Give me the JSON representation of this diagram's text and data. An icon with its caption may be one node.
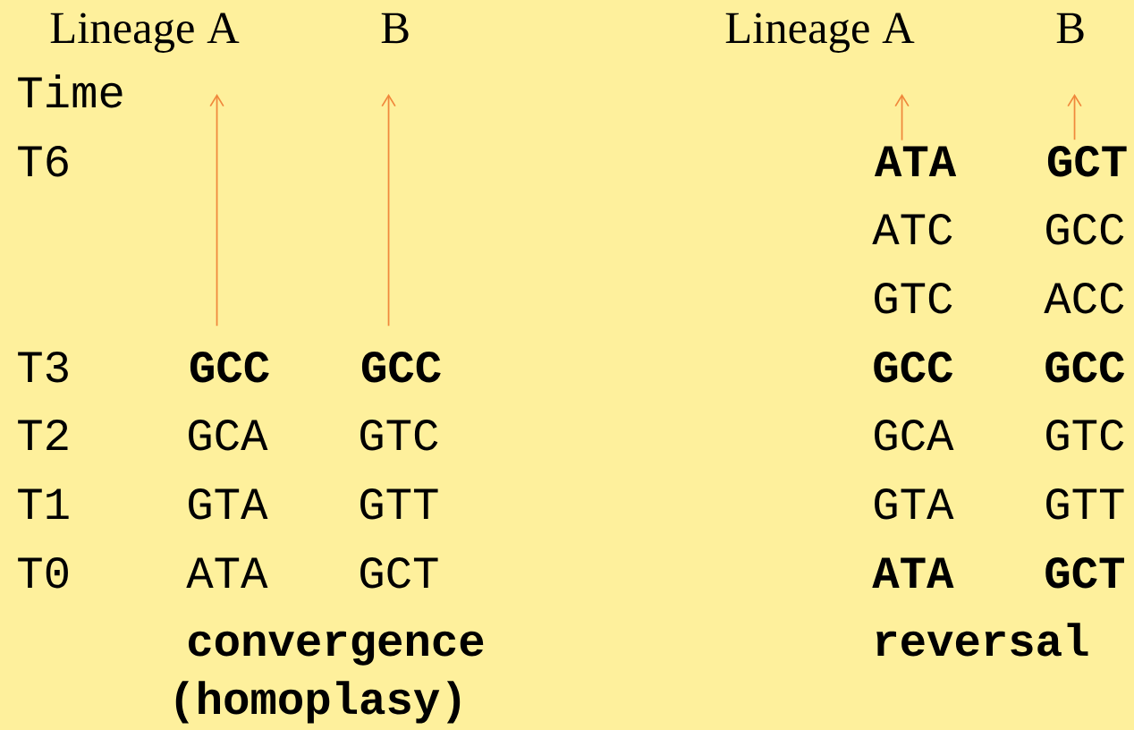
{
  "diagram": {
    "nodes": [
      {
        "text": [
          "ATA"
        ]
      },
      {
        "text": [
          "GCT"
        ]
      },
      {
        "text": [
          "GCC"
        ]
      },
      {
        "text": [
          "GCC"
        ]
      }
    ],
    "edges": [
      {
        "from": 2,
        "to": null,
        "arrow": "to"
      },
      {
        "from": 3,
        "to": null,
        "arrow": "to"
      },
      {
        "from": 0,
        "to": null,
        "arrow": "to"
      },
      {
        "from": 1,
        "to": null,
        "arrow": "to"
      }
    ],
    "labels": [
      "Lineage A",
      "B",
      "Lineage A",
      "B",
      "Time",
      "T6",
      "ATC",
      "GCC",
      "GTC",
      "ACC",
      "T3",
      "GCC",
      "GCC",
      "T2",
      "GCA",
      "GTC",
      "GCA",
      "GTC",
      "T1",
      "GTA",
      "GTT",
      "GTA",
      "GTT",
      "T0",
      "ATA",
      "GCT",
      "ATA",
      "GCT",
      "convergence",
      "reversal",
      "(homoplasy)"
    ]
  }
}
